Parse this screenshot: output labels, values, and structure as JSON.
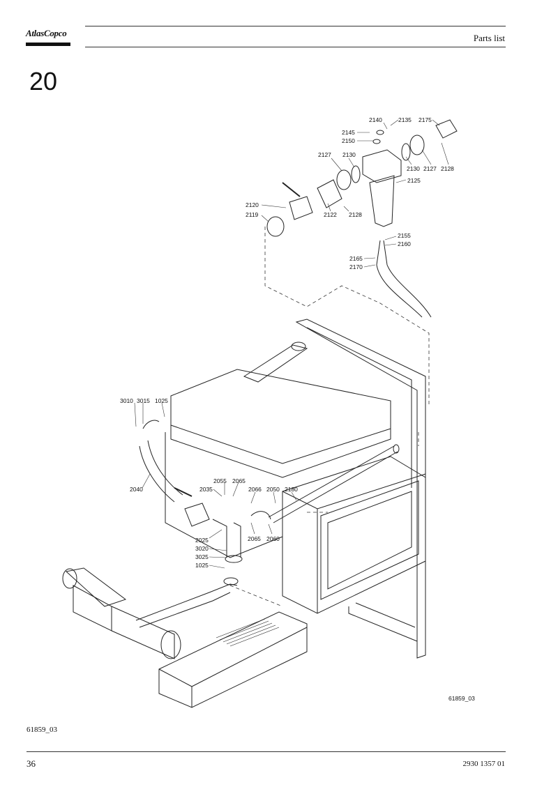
{
  "header": {
    "logo_text": "AtlasCopco",
    "title": "Parts list"
  },
  "section_number": "20",
  "drawing": {
    "image_ref": "61859_03",
    "callouts": {
      "c2140": "2140",
      "c2135": "2135",
      "c2175": "2175",
      "c2145": "2145",
      "c2150": "2150",
      "c2127a": "2127",
      "c2130a": "2130",
      "c2130b": "2130",
      "c2127b": "2127",
      "c2128b": "2128",
      "c2125": "2125",
      "c2120": "2120",
      "c2119": "2119",
      "c2122": "2122",
      "c2128a": "2128",
      "c2155": "2155",
      "c2160": "2160",
      "c2165": "2165",
      "c2170": "2170",
      "c3010": "3010",
      "c3015": "3015",
      "c1025a": "1025",
      "c2040": "2040",
      "c2055": "2055",
      "c2065a": "2065",
      "c2035": "2035",
      "c2066": "2066",
      "c2050": "2050",
      "c2180": "2180",
      "c2065b": "2065",
      "c2060": "2060",
      "c2025": "2025",
      "c3020": "3020",
      "c3025": "3025",
      "c1025b": "1025"
    }
  },
  "footer": {
    "ref": "61859_03",
    "page_number": "36",
    "doc_number": "2930 1357 01"
  }
}
